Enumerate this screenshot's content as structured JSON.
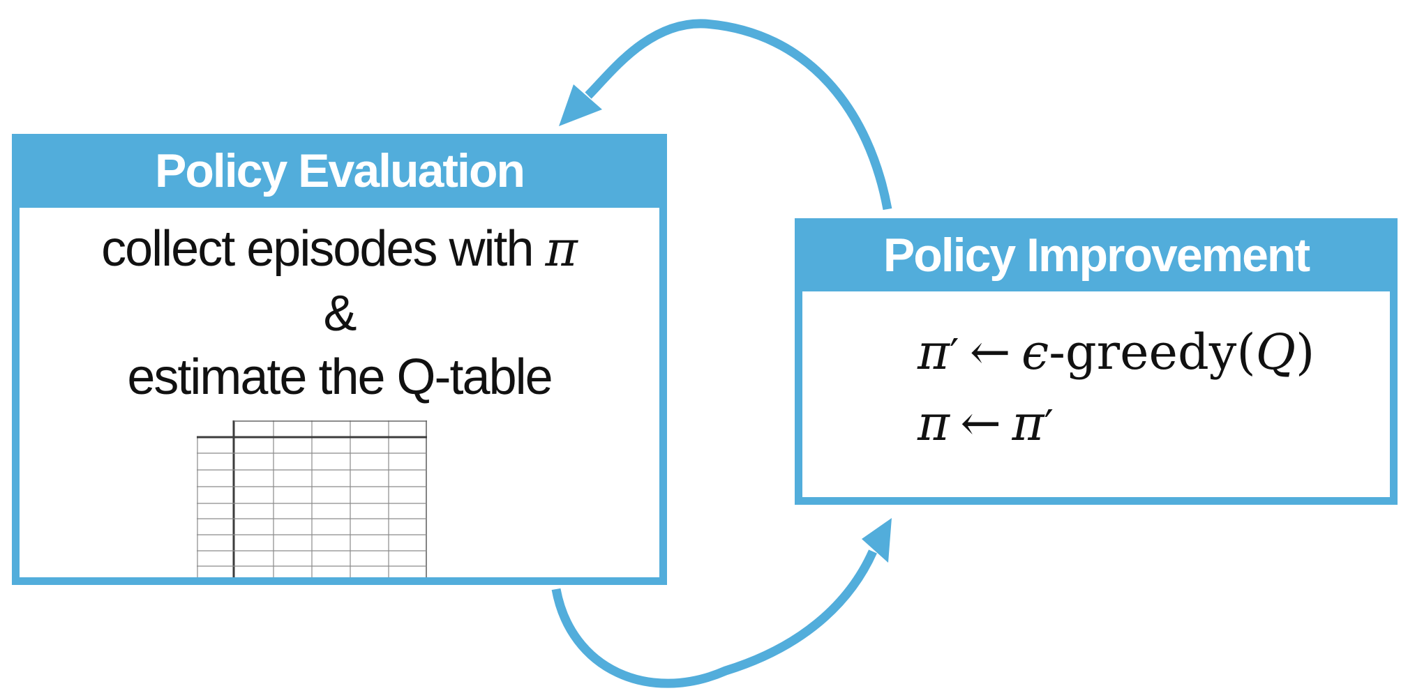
{
  "colors": {
    "accent_blue": "#52ADDB",
    "text_black": "#111111",
    "header_text": "#FFFFFF",
    "grid_line_gray": "#8a8a8a",
    "grid_line_dark": "#3d3d3d"
  },
  "left_box": {
    "header": "Policy Evaluation",
    "body_line1_text": "collect episodes with ",
    "body_line1_symbol": "π",
    "body_line2": "&",
    "body_line3": "estimate the Q-table"
  },
  "right_box": {
    "header": "Policy Improvement",
    "formula1": {
      "pi": "π",
      "prime": "′",
      "arrow": "←",
      "epsilon": "ϵ",
      "dash_greedy": "-greedy",
      "open_paren": "(",
      "q": "Q",
      "close_paren": ")"
    },
    "formula2": {
      "pi": "π",
      "arrow": "←",
      "pi_prime": "π",
      "prime": "′"
    }
  },
  "q_table": {
    "header_columns": 5,
    "body_columns": 6,
    "visible_body_rows": 9
  }
}
